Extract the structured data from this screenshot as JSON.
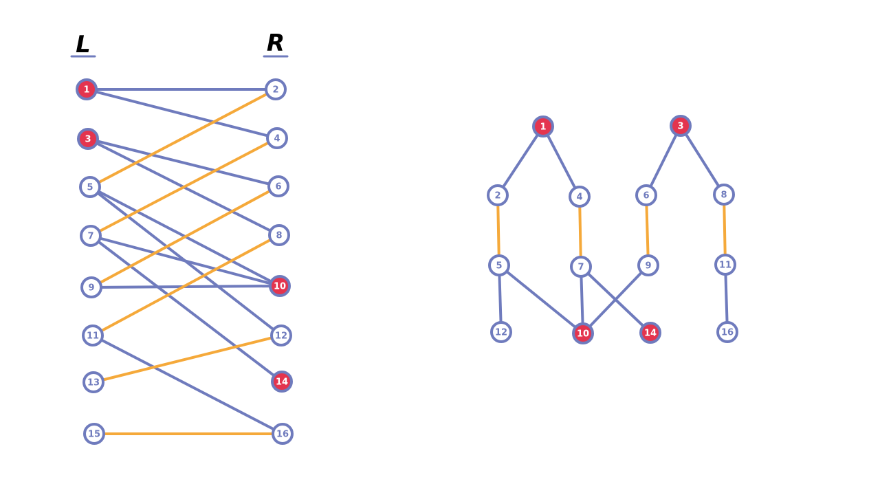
{
  "colors": {
    "node_stroke": "#6f7bbd",
    "plain_fill": "#ffffff",
    "plain_text": "#6f7bbd",
    "highlight_fill": "#e4344e",
    "highlight_text": "#ffffff",
    "edge_blue": "#6f7bbd",
    "edge_orange": "#f5a93a"
  },
  "bipartite": {
    "left_label": "L",
    "right_label": "R",
    "left_nodes": [
      {
        "id": "1",
        "highlight": true
      },
      {
        "id": "3",
        "highlight": true
      },
      {
        "id": "5",
        "highlight": false
      },
      {
        "id": "7",
        "highlight": false
      },
      {
        "id": "9",
        "highlight": false
      },
      {
        "id": "11",
        "highlight": false
      },
      {
        "id": "13",
        "highlight": false
      },
      {
        "id": "15",
        "highlight": false
      }
    ],
    "right_nodes": [
      {
        "id": "2",
        "highlight": false
      },
      {
        "id": "4",
        "highlight": false
      },
      {
        "id": "6",
        "highlight": false
      },
      {
        "id": "8",
        "highlight": false
      },
      {
        "id": "10",
        "highlight": true
      },
      {
        "id": "12",
        "highlight": false
      },
      {
        "id": "14",
        "highlight": true
      },
      {
        "id": "16",
        "highlight": false
      }
    ],
    "edges": [
      {
        "from": "1",
        "to": "2",
        "matched": false
      },
      {
        "from": "1",
        "to": "4",
        "matched": false
      },
      {
        "from": "3",
        "to": "6",
        "matched": false
      },
      {
        "from": "3",
        "to": "8",
        "matched": false
      },
      {
        "from": "5",
        "to": "2",
        "matched": true
      },
      {
        "from": "5",
        "to": "10",
        "matched": false
      },
      {
        "from": "5",
        "to": "12",
        "matched": false
      },
      {
        "from": "7",
        "to": "4",
        "matched": true
      },
      {
        "from": "7",
        "to": "10",
        "matched": false
      },
      {
        "from": "7",
        "to": "14",
        "matched": false
      },
      {
        "from": "9",
        "to": "6",
        "matched": true
      },
      {
        "from": "9",
        "to": "10",
        "matched": false
      },
      {
        "from": "11",
        "to": "8",
        "matched": true
      },
      {
        "from": "11",
        "to": "16",
        "matched": false
      },
      {
        "from": "13",
        "to": "12",
        "matched": true
      },
      {
        "from": "15",
        "to": "16",
        "matched": true
      }
    ]
  },
  "tree": {
    "nodes": [
      {
        "id": "1",
        "highlight": true
      },
      {
        "id": "3",
        "highlight": true
      },
      {
        "id": "2",
        "highlight": false
      },
      {
        "id": "4",
        "highlight": false
      },
      {
        "id": "6",
        "highlight": false
      },
      {
        "id": "8",
        "highlight": false
      },
      {
        "id": "5",
        "highlight": false
      },
      {
        "id": "7",
        "highlight": false
      },
      {
        "id": "9",
        "highlight": false
      },
      {
        "id": "11",
        "highlight": false
      },
      {
        "id": "12",
        "highlight": false
      },
      {
        "id": "10",
        "highlight": true
      },
      {
        "id": "14",
        "highlight": true
      },
      {
        "id": "16",
        "highlight": false
      }
    ],
    "edges": [
      {
        "from": "1",
        "to": "2",
        "matched": false
      },
      {
        "from": "1",
        "to": "4",
        "matched": false
      },
      {
        "from": "3",
        "to": "6",
        "matched": false
      },
      {
        "from": "3",
        "to": "8",
        "matched": false
      },
      {
        "from": "2",
        "to": "5",
        "matched": true
      },
      {
        "from": "4",
        "to": "7",
        "matched": true
      },
      {
        "from": "6",
        "to": "9",
        "matched": true
      },
      {
        "from": "8",
        "to": "11",
        "matched": true
      },
      {
        "from": "5",
        "to": "12",
        "matched": false
      },
      {
        "from": "5",
        "to": "10",
        "matched": false
      },
      {
        "from": "7",
        "to": "10",
        "matched": false
      },
      {
        "from": "7",
        "to": "14",
        "matched": false
      },
      {
        "from": "9",
        "to": "10",
        "matched": false
      },
      {
        "from": "11",
        "to": "16",
        "matched": false
      }
    ]
  }
}
